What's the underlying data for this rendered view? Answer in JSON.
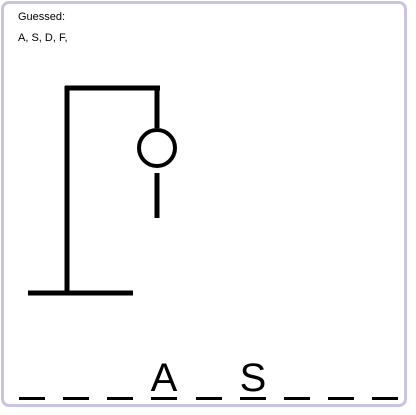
{
  "guessed": {
    "title": "Guessed:",
    "letters_text": "A, S, D, F,"
  },
  "word": {
    "slots": [
      "",
      "",
      "",
      "A",
      "",
      "S",
      "",
      "",
      ""
    ]
  },
  "hangman": {
    "wrong_guesses": 2,
    "parts_shown": [
      "head",
      "body"
    ]
  },
  "colors": {
    "frame_border": "#c8c4e6",
    "ink": "#000000"
  }
}
